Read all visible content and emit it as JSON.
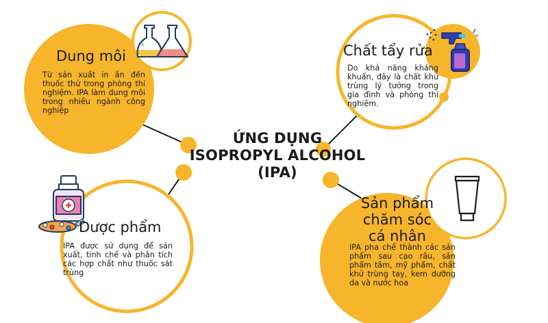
{
  "title_lines": [
    "ỨNG DỤNG",
    "ISOPROPYL ALCOHOL",
    "(IPA)"
  ],
  "nodes": {
    "solvent": {
      "title": "Dung môi",
      "body": "Từ sản xuất in ấn đến thuốc thử trong phòng thí nghiệm. IPA làm dung môi trong nhiều ngành công nghiệp"
    },
    "cleaner": {
      "title": "Chất tẩy rửa",
      "body": "Do khả năng kháng khuẩn, đây là chất khử trùng lý tưởng trong gia đình và phòng thí nghiệm."
    },
    "pharma": {
      "title": "Dược phẩm",
      "body": "IPA được sử dụng để sản xuất, tinh chế và phân tích các hợp chất như thuốc sát trùng"
    },
    "personal_care": {
      "title_lines": [
        "Sản phẩm",
        "chăm sóc",
        "cá nhân"
      ],
      "body": "IPA pha chế thành các sản phẩm sau cạo râu, sản phẩm tắm, mỹ phẩm, chất khử trùng tay, kem dưỡng da và nước hoa"
    }
  },
  "icons": [
    "lab-flasks-icon",
    "spray-bottle-icon",
    "medicine-bottle-icon",
    "cream-tube-icon"
  ],
  "colors": {
    "accent": "#f7b52c",
    "line": "#1a1a1a",
    "text": "#1a1a1a"
  }
}
